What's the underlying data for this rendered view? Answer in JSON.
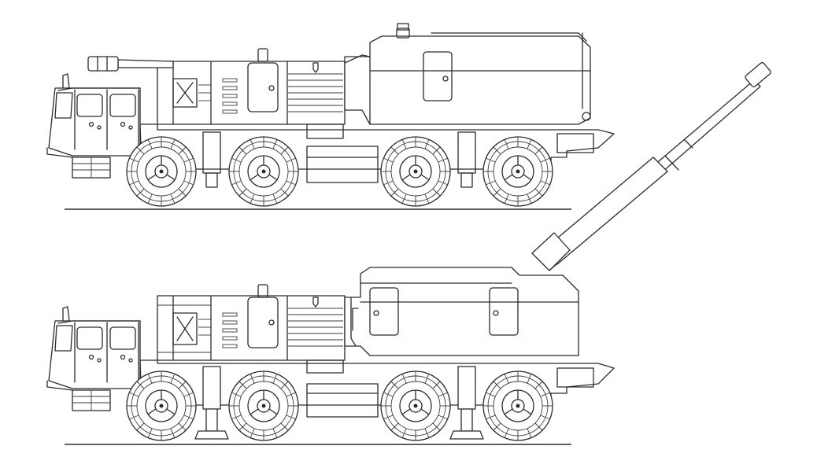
{
  "drawing": {
    "views": [
      {
        "gun_state": "travel",
        "wheels": 4,
        "stabilizer_jacks": "raised"
      },
      {
        "gun_state": "firing",
        "wheels": 4,
        "stabilizer_jacks": "lowered"
      }
    ],
    "colors": {
      "line": "#2b2b2b",
      "background": "#ffffff"
    }
  }
}
